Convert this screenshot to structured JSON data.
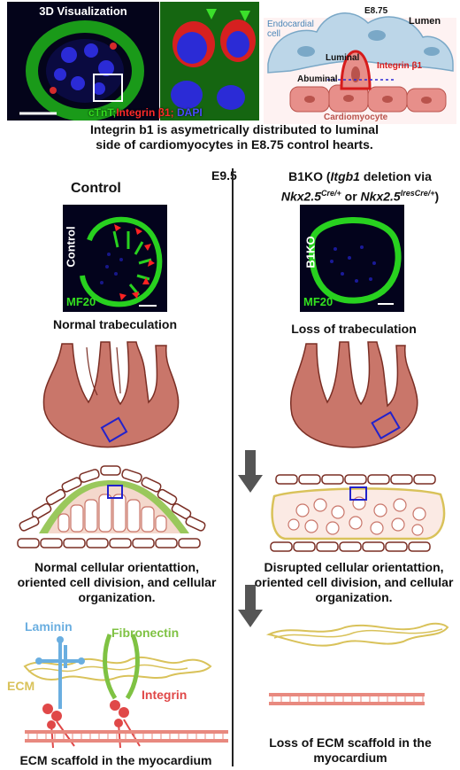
{
  "top": {
    "panel_title": "3D Visualization",
    "stain_ctnt": "cTnT;",
    "stain_integrin": "Integrin β1;",
    "stain_dapi": "DAPI",
    "schema": {
      "stage": "E8.75",
      "lumen": "Lumen",
      "endocardial_cell": "Endocardial cell",
      "luminal": "Luminal",
      "integrin": "Integrin β1",
      "abluminal": "Abuminal",
      "cardiomyocyte": "Cardiomyocyte"
    },
    "caption": "Integrin b1 is asymetrically distributed to luminal side of cardiomyocytes in E8.75 control hearts."
  },
  "stage_label": "E9.5",
  "control": {
    "heading": "Control",
    "image_side_label": "Control",
    "image_stain": "MF20",
    "phenotype": "Normal trabeculation",
    "cell_text": "Normal cellular orientattion, oriented cell division, and cellular organization.",
    "ecm_label": "ECM",
    "laminin_label": "Laminin",
    "fibronectin_label": "Fibronectin",
    "integrin_label": "Integrin",
    "bottom_caption": "ECM scaffold in the myocardium"
  },
  "b1ko": {
    "heading_prefix": "B1KO (",
    "gene": "Itgb1",
    "heading_mid": " deletion via",
    "nkx": "Nkx2.5",
    "cre_sup": "Cre/+",
    "or": " or ",
    "ires_sup": "IresCre/+",
    "close": ")",
    "image_side_label": "B1KO",
    "image_stain": "MF20",
    "phenotype": "Loss of trabeculation",
    "cell_text": "Disrupted cellular orientattion, oriented cell division, and cellular organization.",
    "bottom_caption": "Loss of ECM scaffold in the myocardium"
  },
  "colors": {
    "ctnt_green": "#2ecc1a",
    "integrin_red": "#e02020",
    "dapi_blue": "#3a3aff",
    "myocardium": "#c9766a",
    "ecm_yellow": "#d9c25a",
    "laminin_blue": "#6aaee0",
    "fibronectin_green": "#7fc243",
    "arrow_gray": "#555555"
  }
}
